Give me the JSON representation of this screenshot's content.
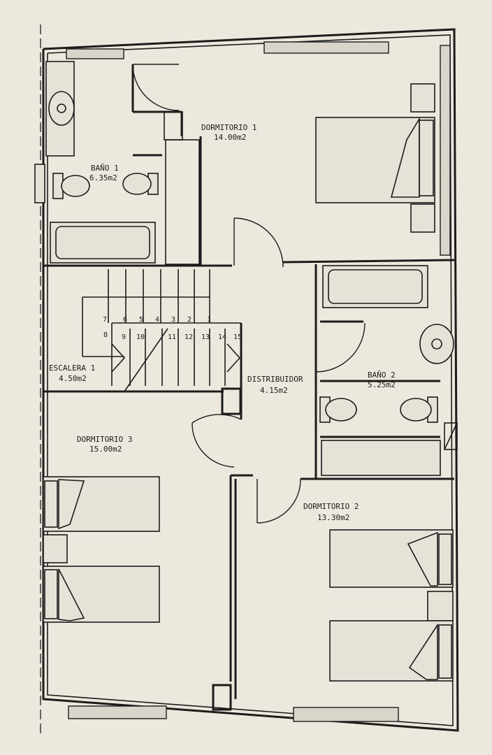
{
  "rooms": {
    "dormitorio1": {
      "name": "DORMITORIO 1",
      "area": "14.00m2"
    },
    "bano1": {
      "name": "BAÑO 1",
      "area": "6.35m2"
    },
    "escalera1": {
      "name": "ESCALERA 1",
      "area": "4.50m2"
    },
    "distribuidor": {
      "name": "DISTRIBUIDOR",
      "area": "4.15m2"
    },
    "bano2": {
      "name": "BAÑO 2",
      "area": "5.25m2"
    },
    "dormitorio3": {
      "name": "DORMITORIO 3",
      "area": "15.00m2"
    },
    "dormitorio2": {
      "name": "DORMITORIO 2",
      "area": "13.30m2"
    }
  },
  "stairs": {
    "upper_steps": [
      "7",
      "6",
      "5",
      "4",
      "3",
      "2",
      "1"
    ],
    "lower_steps": [
      "8",
      "9",
      "10",
      "11",
      "12",
      "13",
      "14",
      "15"
    ]
  }
}
